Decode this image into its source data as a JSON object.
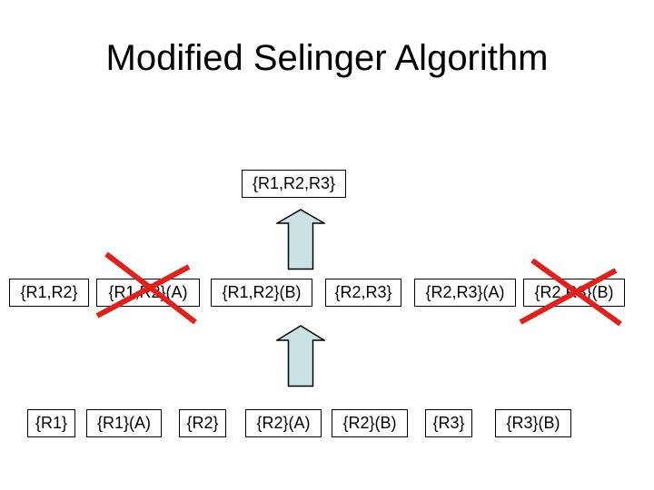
{
  "slide": {
    "title": "Modified Selinger Algorithm"
  },
  "colors": {
    "background": "#ffffff",
    "title_text": "#000000",
    "box_border": "#000000",
    "box_text": "#000000",
    "arrow_fill": "#c9e2e3",
    "arrow_outline": "#000000",
    "cross_red": "#e0201a"
  },
  "diagram": {
    "top_node": {
      "label": "{R1,R2,R3}",
      "crossed_out": false
    },
    "middle_row": [
      {
        "label": "{R1,R2}",
        "crossed_out": false
      },
      {
        "label": "{R1,R2}(A)",
        "crossed_out": true
      },
      {
        "label": "{R1,R2}(B)",
        "crossed_out": false
      },
      {
        "label": "{R2,R3}",
        "crossed_out": false
      },
      {
        "label": "{R2,R3}(A)",
        "crossed_out": false
      },
      {
        "label": "{R2,R3}(B)",
        "crossed_out": true
      }
    ],
    "bottom_row": [
      {
        "label": "{R1}",
        "crossed_out": false
      },
      {
        "label": "{R1}(A)",
        "crossed_out": false
      },
      {
        "label": "{R2}",
        "crossed_out": false
      },
      {
        "label": "{R2}(A)",
        "crossed_out": false
      },
      {
        "label": "{R2}(B)",
        "crossed_out": false
      },
      {
        "label": "{R3}",
        "crossed_out": false
      },
      {
        "label": "{R3}(B)",
        "crossed_out": false
      }
    ],
    "arrows": [
      {
        "name": "up-arrow-to-top-node"
      },
      {
        "name": "up-arrow-to-middle-row"
      }
    ]
  }
}
